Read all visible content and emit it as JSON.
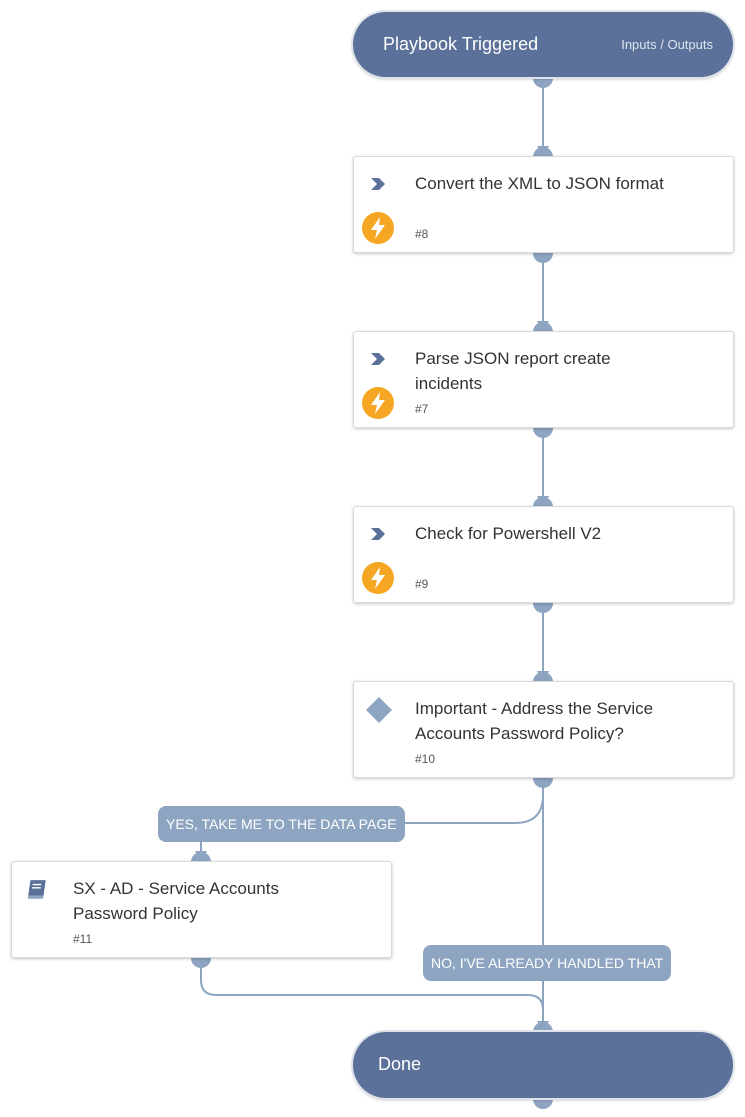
{
  "colors": {
    "accent": "#5b7199",
    "connector": "#8ea5c2",
    "bolt": "#f5a623",
    "condition": "#8ea5c2"
  },
  "start": {
    "title": "Playbook Triggered",
    "io_link": "Inputs / Outputs"
  },
  "tasks": [
    {
      "label": "Convert the XML to JSON format",
      "number": "#8",
      "icon": "chevron-icon",
      "badge": "lightning-icon"
    },
    {
      "label": "Parse JSON report create incidents",
      "number": "#7",
      "icon": "chevron-icon",
      "badge": "lightning-icon"
    },
    {
      "label": "Check for Powershell V2",
      "number": "#9",
      "icon": "chevron-icon",
      "badge": "lightning-icon"
    },
    {
      "label": "Important - Address the Service Accounts Password Policy?",
      "number": "#10",
      "icon": "diamond-icon"
    },
    {
      "label": "SX - AD - Service Accounts Password Policy",
      "number": "#11",
      "icon": "book-icon"
    }
  ],
  "branches": {
    "yes": "YES, TAKE ME TO THE DATA PAGE",
    "no": "NO, I'VE ALREADY HANDLED THAT"
  },
  "end": {
    "title": "Done"
  }
}
